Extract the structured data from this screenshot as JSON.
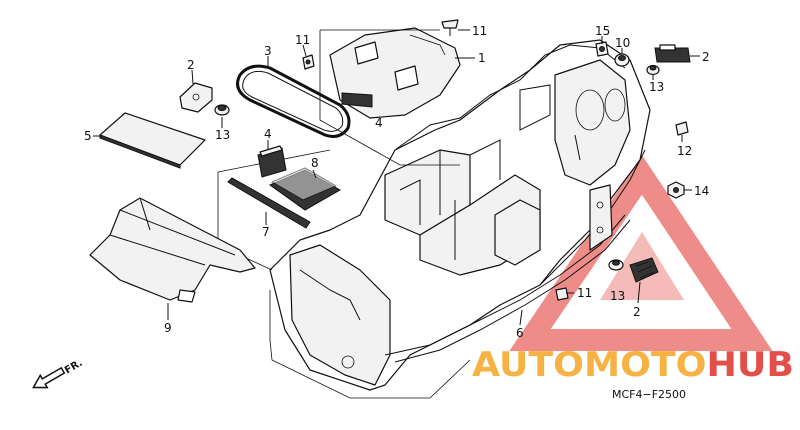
{
  "diagram": {
    "callouts": [
      "1",
      "2",
      "3",
      "4",
      "5",
      "6",
      "7",
      "8",
      "9",
      "10",
      "11",
      "12",
      "13",
      "15",
      "14",
      "2",
      "13",
      "2",
      "11",
      "4",
      "13",
      "11"
    ],
    "code": "MCF4−F2500",
    "orientation": "FR.",
    "watermark": {
      "brand": "AUTOMOTOHUB",
      "colors": {
        "orange": "#f5a623",
        "red": "#e0302a"
      }
    }
  }
}
